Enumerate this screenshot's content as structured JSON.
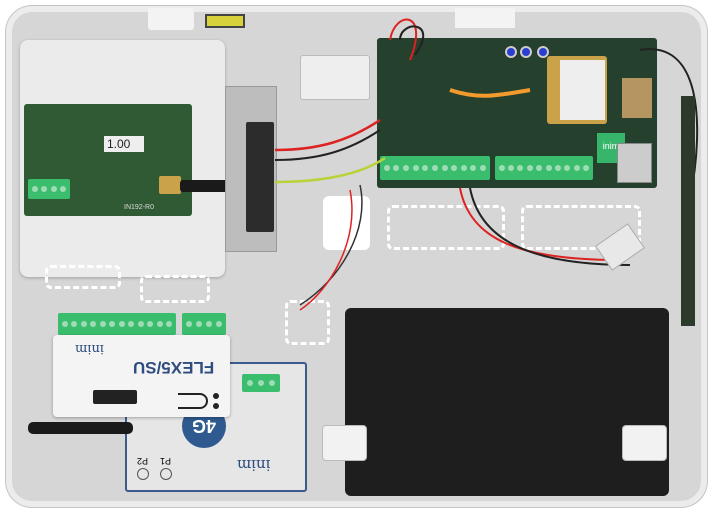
{
  "left_module": {
    "version_label": "1.00",
    "board_code": "IN192-R0"
  },
  "expansion_module": {
    "model": "FLEX5/SU",
    "brand": "inim"
  },
  "modem_module": {
    "badge": "4G",
    "brand": "inim",
    "port_1": "P1",
    "port_2": "P2"
  },
  "main_board": {
    "brand": "inim"
  },
  "colors": {
    "enclosure": "#d6d6d6",
    "pcb": "#2f5a34",
    "terminal": "#3bbd6e",
    "battery": "#1e1e1e",
    "badge": "#2e5a8f"
  }
}
